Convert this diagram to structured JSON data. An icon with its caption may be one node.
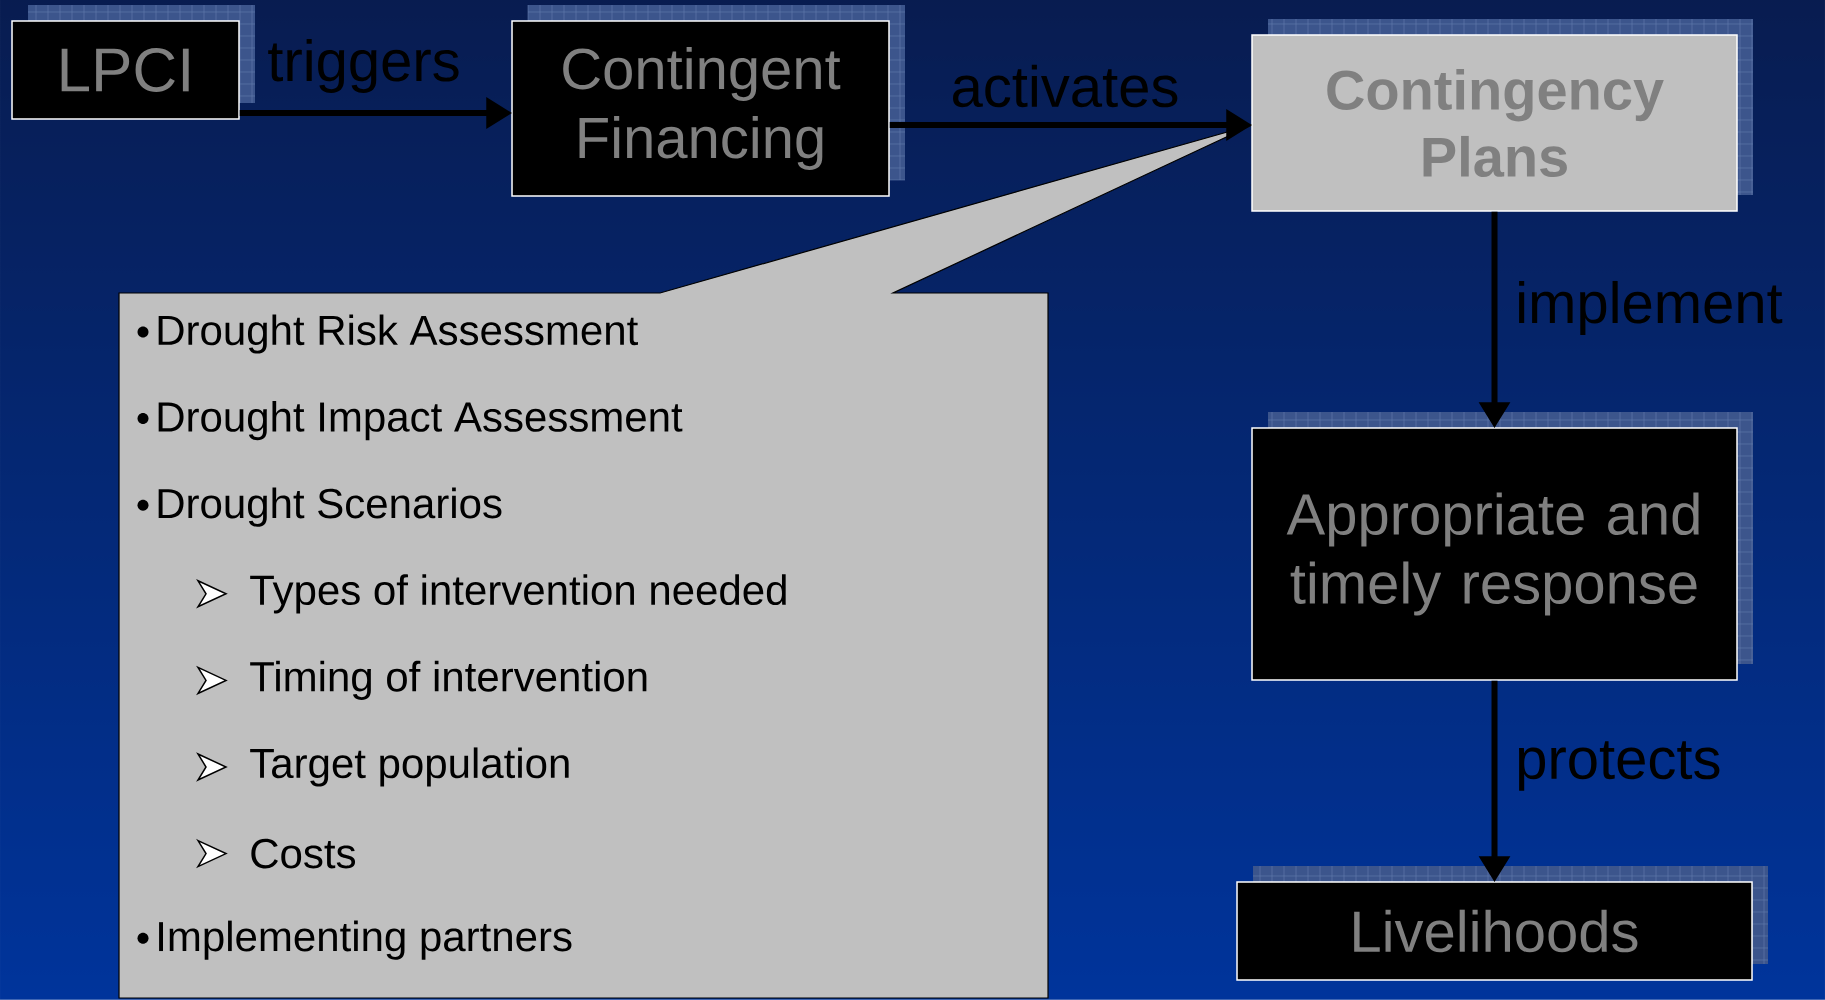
{
  "diagram": {
    "nodes": [
      {
        "text": [
          "LPCI"
        ]
      },
      {
        "text": [
          "Contingent Financing"
        ]
      },
      {
        "text": [
          "Contingency Plans"
        ]
      },
      {
        "text": [
          "Appropriate and timely response"
        ]
      },
      {
        "text": [
          "Livelihoods"
        ]
      },
      {
        "text": [
          "Drought Risk Assessment",
          "Drought Impact Assessment",
          "Drought Scenarios",
          "Types of intervention needed",
          "Timing of intervention",
          "Target population",
          "Costs",
          "Implementing partners"
        ]
      }
    ],
    "edges": [
      {
        "from": 0,
        "to": 1,
        "arrow": "to",
        "label": "triggers"
      },
      {
        "from": 1,
        "to": 2,
        "arrow": "to",
        "label": "activates"
      },
      {
        "from": 2,
        "to": 3,
        "arrow": "to",
        "label": "implement"
      },
      {
        "from": 3,
        "to": 4,
        "arrow": "to",
        "label": "protects"
      }
    ]
  }
}
